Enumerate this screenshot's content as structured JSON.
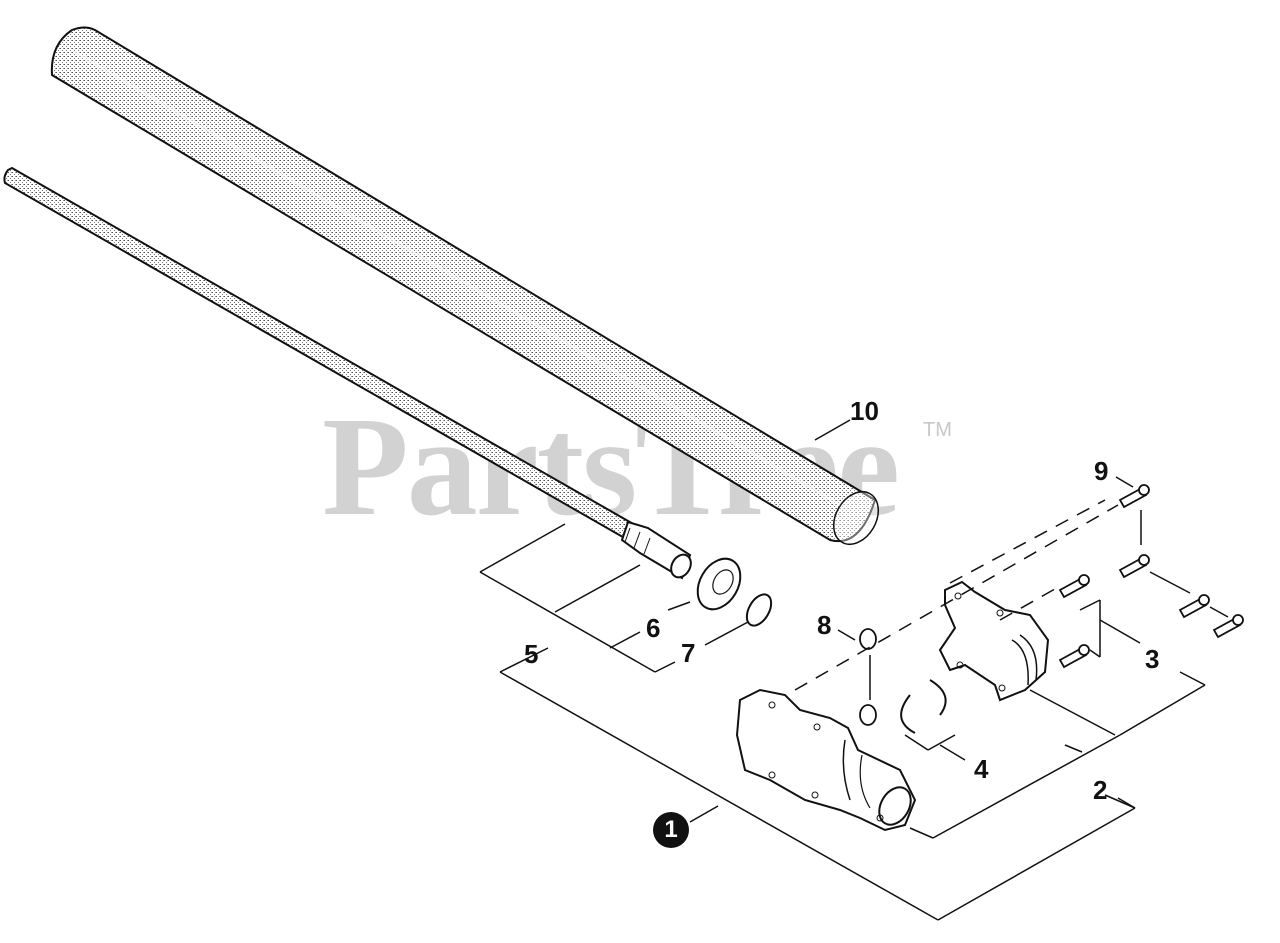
{
  "watermark": {
    "text": "PartsTree",
    "trademark": "TM"
  },
  "callouts": [
    {
      "id": "1",
      "label": "1",
      "style": "filled-circle"
    },
    {
      "id": "2",
      "label": "2"
    },
    {
      "id": "3",
      "label": "3"
    },
    {
      "id": "4",
      "label": "4"
    },
    {
      "id": "5",
      "label": "5"
    },
    {
      "id": "6",
      "label": "6"
    },
    {
      "id": "7",
      "label": "7"
    },
    {
      "id": "8",
      "label": "8"
    },
    {
      "id": "9",
      "label": "9"
    },
    {
      "id": "10",
      "label": "10"
    }
  ],
  "parts": [
    {
      "callout": "10",
      "name": "outer-tube"
    },
    {
      "callout": "5",
      "name": "drive-shaft"
    },
    {
      "callout": "6",
      "name": "bearing"
    },
    {
      "callout": "7",
      "name": "snap-ring"
    },
    {
      "callout": "8",
      "name": "washer"
    },
    {
      "callout": "9",
      "name": "screw"
    },
    {
      "callout": "3",
      "name": "clamp-half"
    },
    {
      "callout": "4",
      "name": "retaining-ring"
    },
    {
      "callout": "2",
      "name": "gear-case-housing"
    },
    {
      "callout": "1",
      "name": "assembly"
    }
  ],
  "colors": {
    "line": "#111111",
    "stipple": "#9a9a9a",
    "watermark": "#d2d2d2"
  }
}
